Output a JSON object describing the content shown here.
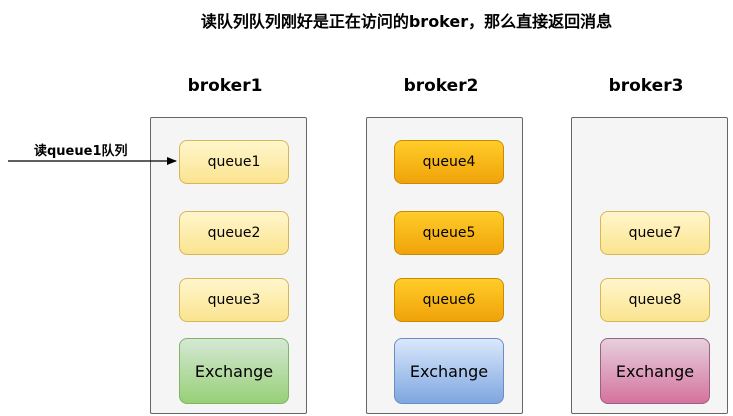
{
  "title": "读队列队列刚好是正在访问的broker，那么直接返回消息",
  "arrow_label": "读queue1队列",
  "brokers": [
    {
      "label": "broker1",
      "queues": [
        "queue1",
        "queue2",
        "queue3"
      ],
      "queue_style": "light-yellow",
      "exchange": "Exchange",
      "exchange_color": "green"
    },
    {
      "label": "broker2",
      "queues": [
        "queue4",
        "queue5",
        "queue6"
      ],
      "queue_style": "orange",
      "exchange": "Exchange",
      "exchange_color": "blue"
    },
    {
      "label": "broker3",
      "queues": [
        "",
        "queue7",
        "queue8"
      ],
      "queue_style": "light-yellow",
      "exchange": "Exchange",
      "exchange_color": "pink"
    }
  ]
}
